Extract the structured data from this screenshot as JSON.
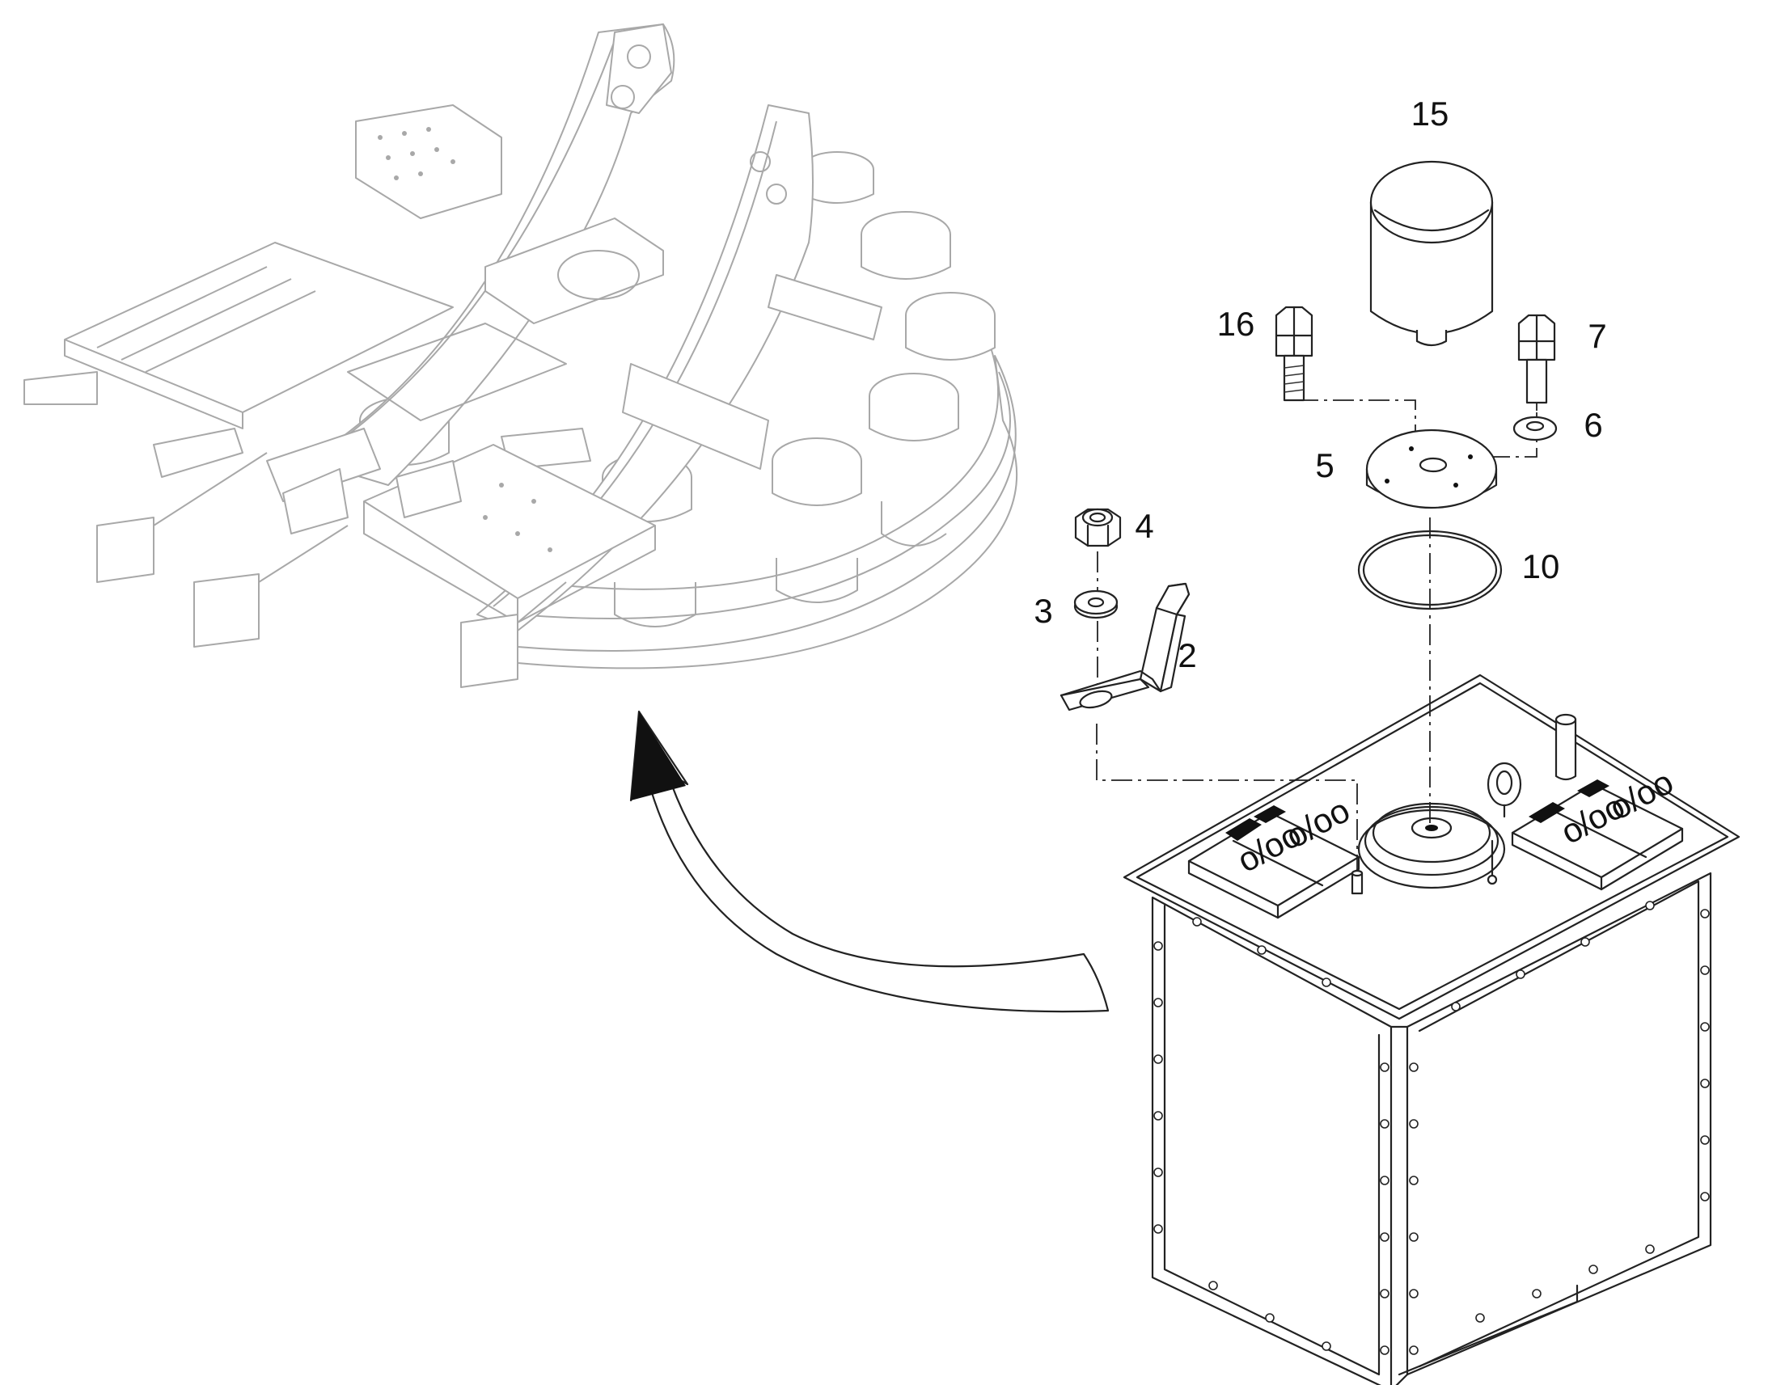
{
  "callouts": {
    "c15": "15",
    "c16": "16",
    "c7": "7",
    "c6": "6",
    "c5": "5",
    "c4": "4",
    "c10": "10",
    "c3": "3",
    "c2": "2"
  },
  "tank_labels": {
    "left_a": "o/oo",
    "left_b": "o/oo",
    "right_a": "o/oo",
    "right_b": "o/oo"
  },
  "colors": {
    "line": "#222222",
    "ghost": "#a8a8a8",
    "background": "#ffffff"
  }
}
